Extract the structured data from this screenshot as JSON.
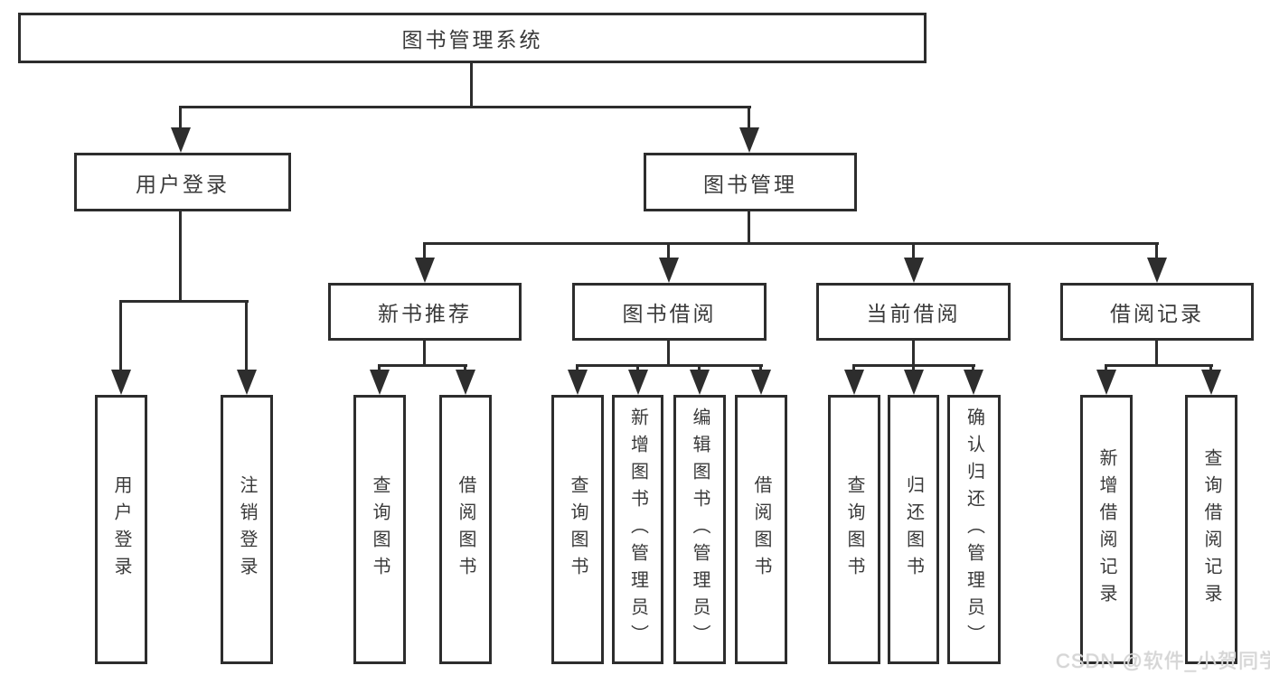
{
  "tree": {
    "label": "图书管理系统",
    "children": [
      {
        "label": "用户登录",
        "children": [
          {
            "label": "用户登录"
          },
          {
            "label": "注销登录"
          }
        ]
      },
      {
        "label": "图书管理",
        "children": [
          {
            "label": "新书推荐",
            "children": [
              {
                "label": "查询图书"
              },
              {
                "label": "借阅图书"
              }
            ]
          },
          {
            "label": "图书借阅",
            "children": [
              {
                "label": "查询图书"
              },
              {
                "label": "新增图书（管理员）"
              },
              {
                "label": "编辑图书（管理员）"
              },
              {
                "label": "借阅图书"
              }
            ]
          },
          {
            "label": "当前借阅",
            "children": [
              {
                "label": "查询图书"
              },
              {
                "label": "归还图书"
              },
              {
                "label": "确认归还（管理员）"
              }
            ]
          },
          {
            "label": "借阅记录",
            "children": [
              {
                "label": "新增借阅记录"
              },
              {
                "label": "查询借阅记录"
              }
            ]
          }
        ]
      }
    ]
  },
  "watermark": {
    "text": "CSDN @软件_小贺同学"
  },
  "colors": {
    "line": "#2d2d2d",
    "box_border": "#2d2d2d",
    "box_background": "#ffffff",
    "text": "#3a3a3a",
    "page_background": "#ffffff",
    "watermark": "#d6d6d6"
  }
}
